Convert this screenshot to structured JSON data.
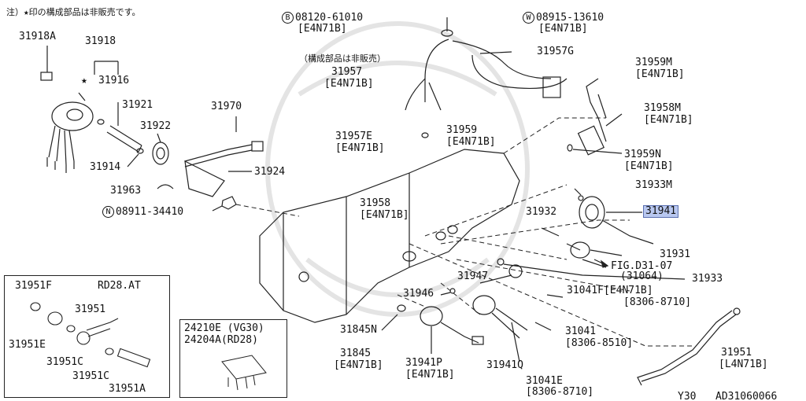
{
  "notes": {
    "top_note": "注）★印の構成部品は非販売です。",
    "mid_note": "（構成部品は非販売）"
  },
  "labels": {
    "p31918A": "31918A",
    "p31918": "31918",
    "p31916": "31916",
    "star": "★",
    "p31921": "31921",
    "p31922": "31922",
    "p31914": "31914",
    "p31970": "31970",
    "p31924": "31924",
    "p31963": "31963",
    "n_code": "08911-34410",
    "n_prefix": "N",
    "b_prefix": "B",
    "b_code": "08120-61010",
    "b_model": "[E4N71B]",
    "w_prefix": "W",
    "w_code": "08915-13610",
    "w_model": "[E4N71B]",
    "p31957G": "31957G",
    "p31957": "31957",
    "p31957_model": "[E4N71B]",
    "p31959": "31959",
    "p31959_model": "[E4N71B]",
    "p31957E": "31957E",
    "p31957E_model": "[E4N71B]",
    "p31959M": "31959M",
    "p31959M_model": "[E4N71B]",
    "p31958M": "31958M",
    "p31958M_model": "[E4N71B]",
    "p31959N": "31959N",
    "p31959N_model": "[E4N71B]",
    "p31933M": "31933M",
    "p31941": "31941",
    "p31958": "31958",
    "p31958_model": "[E4N71B]",
    "p31932": "31932",
    "p31931": "31931",
    "fig_ref": "FIG.D31-07",
    "fig_ref2": "(31064)",
    "p31933": "31933",
    "p31947": "31947",
    "p31946": "31946",
    "p31041F": "31041F[E4N71B]",
    "p31041F_range": "[8306-8710]",
    "p31041": "31041",
    "p31041_range": "[8306-8510]",
    "p31845N": "31845N",
    "p31845": "31845",
    "p31845_model": "[E4N71B]",
    "p31941P": "31941P",
    "p31941P_model": "[E4N71B]",
    "p31941Q": "31941Q",
    "p31041E": "31041E",
    "p31041E_range": "[8306-8710]",
    "p31951_main": "31951",
    "p31951_main_model": "[L4N71B]",
    "footer_left": "Y30",
    "footer_right": "AD31060066"
  },
  "inset_left": {
    "title_a": "31951F",
    "title_b": "RD28.AT",
    "p31951": "31951",
    "p31951E": "31951E",
    "p31951C_a": "31951C",
    "p31951C_b": "31951C",
    "p31951A": "31951A"
  },
  "inset_mid": {
    "line1": "24210E (VG30)",
    "line2": "24204A(RD28)"
  },
  "highlight_color": "#b9c8f0"
}
